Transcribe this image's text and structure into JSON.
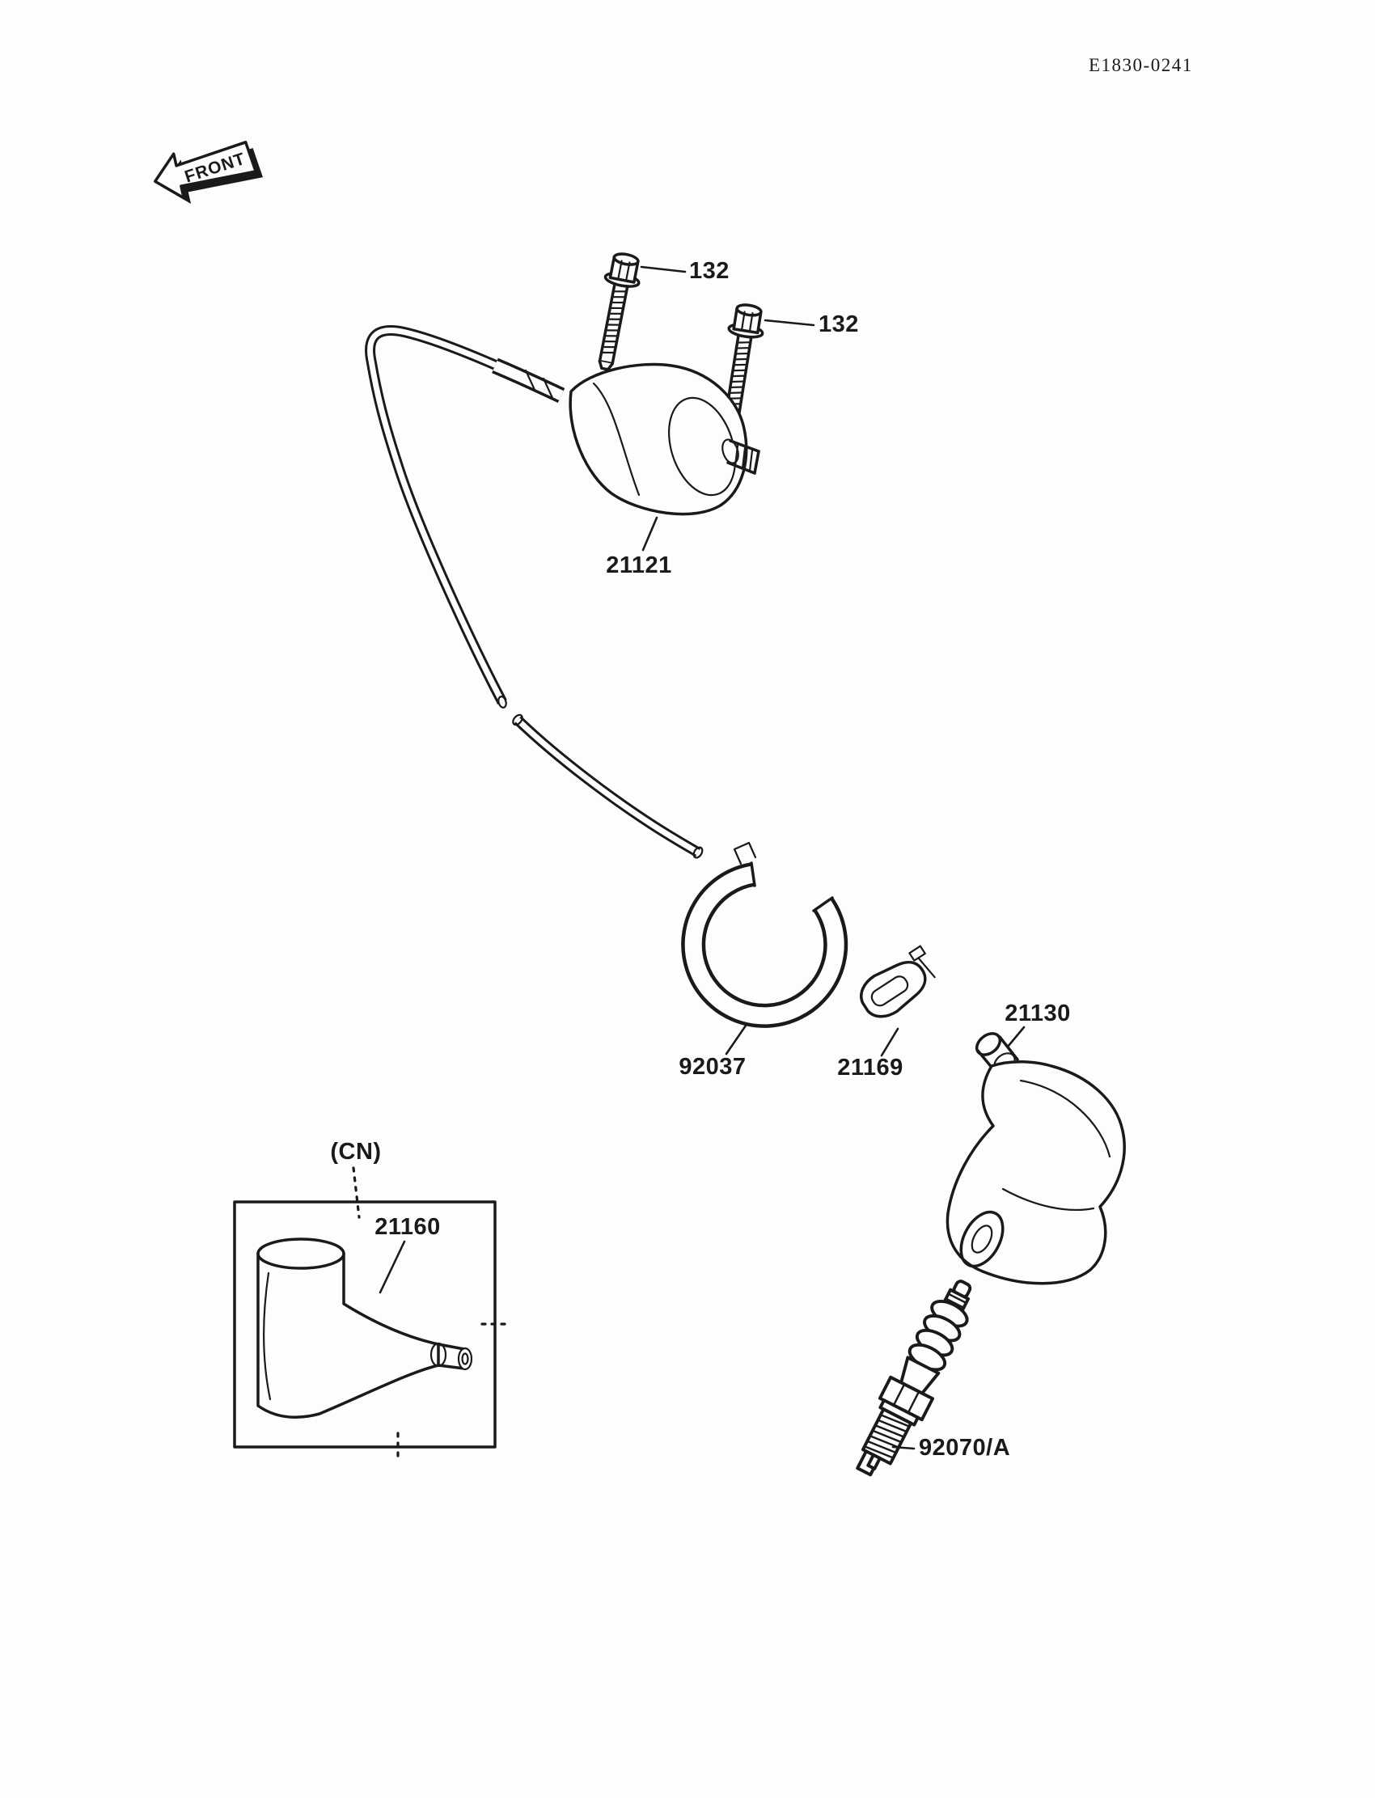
{
  "document": {
    "code": "E1830-0241"
  },
  "front_arrow": {
    "label": "FRONT"
  },
  "callouts": {
    "bolt_upper": "132",
    "bolt_lower": "132",
    "ignition_coil": "21121",
    "band": "92037",
    "clamp": "21169",
    "plug_cap": "21130",
    "cn_marking": "(CN)",
    "plug_cap_cn": "21160",
    "spark_plug": "92070/A"
  },
  "colors": {
    "ink": "#1a1a1a",
    "paper": "#fdfdfd"
  }
}
